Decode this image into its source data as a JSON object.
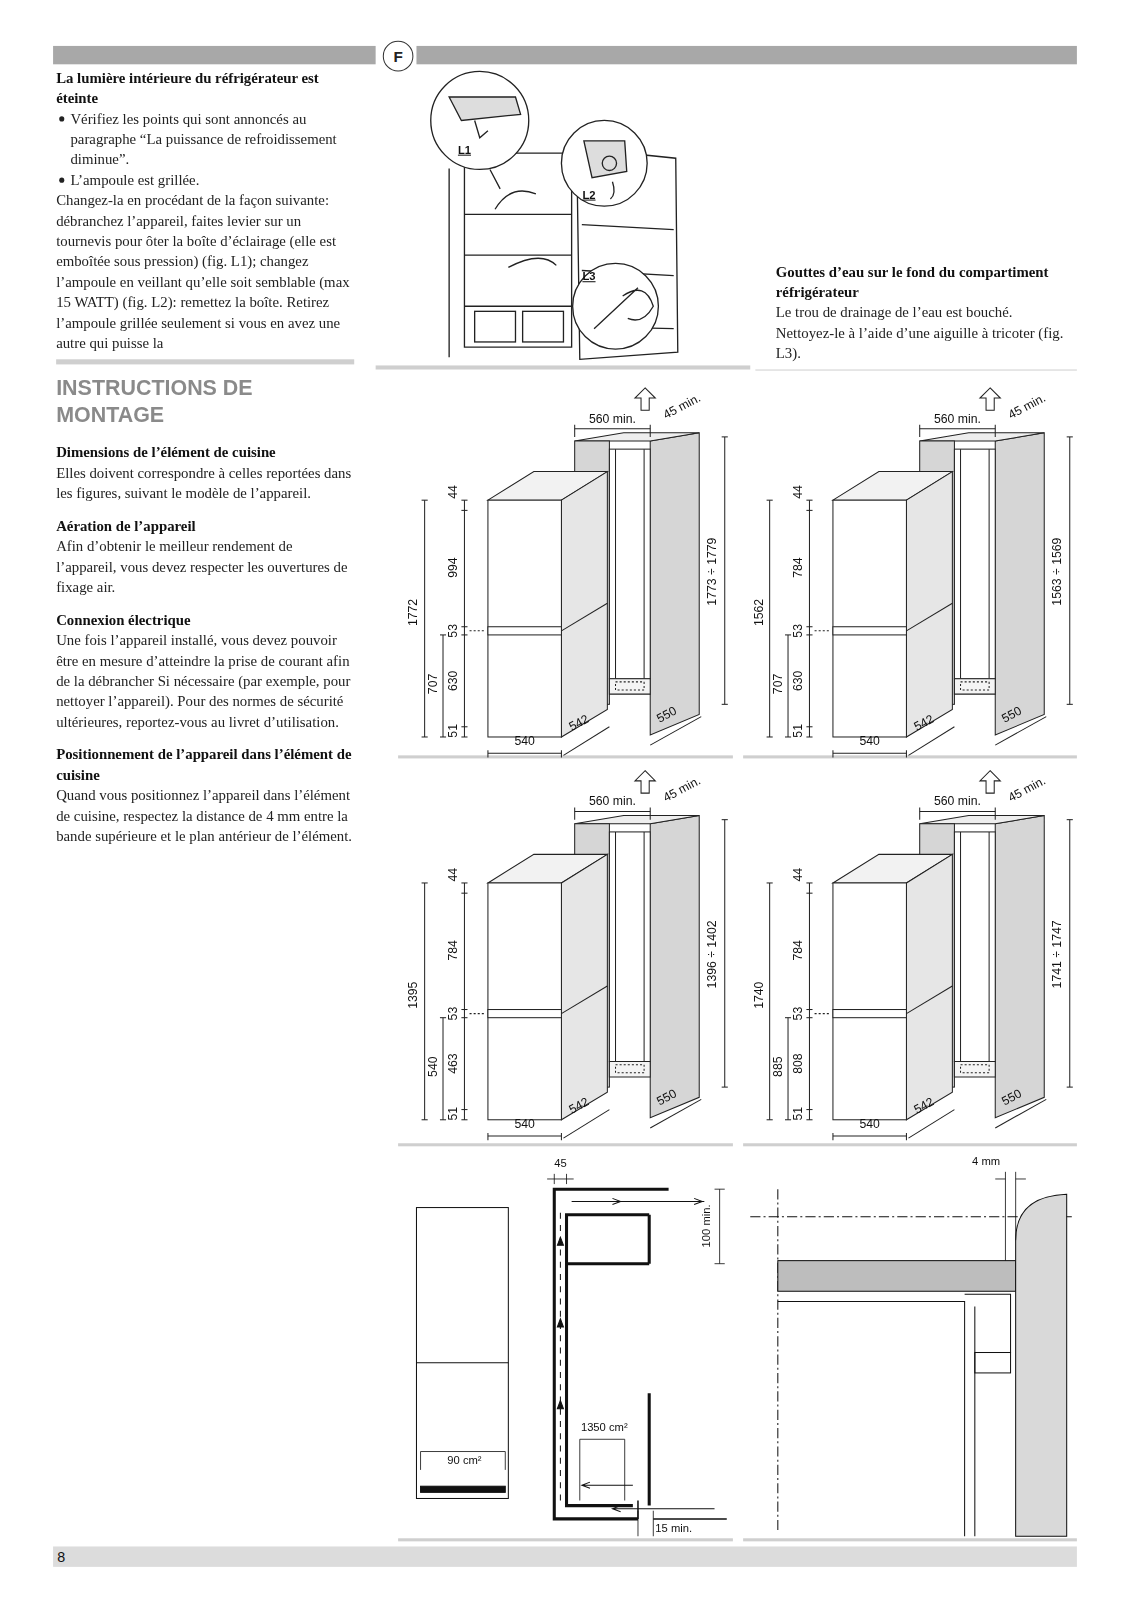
{
  "diagram": {
    "nodes": [
      {
        "text": [
          "F"
        ]
      }
    ],
    "labels": [
      "La lumière intérieure du réfrigérateur est éteinte",
      "Vérifiez les points qui sont annoncés au paragraphe “La puissance de refroidissement diminue”.",
      "L’ampoule est grillée.",
      "Changez-la en procédant de la façon suivante: débranchez l’appareil, faites levier sur un tournevis pour ôter la boîte d’éclairage (elle est emboîtée sous pression) (fig. L1); changez l’ampoule en veillant qu’elle soit semblable (max 15 WATT) (fig. L2): remettez la boîte. Retirez l’ampoule grillée seulement si vous en avez une autre qui puisse la",
      "INSTRUCTIONS DE MONTAGE",
      "Dimensions de l’élément de cuisine",
      "Elles doivent correspondre à celles reportées dans les figures, suivant le modèle de l’appareil.",
      "Aération de l’appareil",
      "Afin d’obtenir le meilleur rendement de l’appareil, vous devez respecter les ouvertures de fixage air.",
      "Connexion électrique",
      "Une fois l’appareil installé, vous devez pouvoir être en mesure d’atteindre la prise de courant afin de la débrancher Si nécessaire (par exemple, pour nettoyer l’appareil). Pour des normes de sécurité ultérieures, reportez-vous au livret d’utilisation.",
      "Positionnement de l’appareil dans l’élément de cuisine",
      "Quand vous positionnez l’appareil dans l’élément de cuisine, respectez la distance de 4 mm entre la bande supérieure et le plan antérieur de l’élément.",
      "L1",
      "L2",
      "L3",
      "Gouttes d’eau sur le fond du compartiment réfrigérateur",
      "Le trou de drainage de l’eau est bouché. Nettoyez-le à l’aide d’une aiguille à tricoter (fig. L3).",
      "560 min.",
      "45 min.",
      "44",
      "994",
      "53",
      "630",
      "707",
      "1772",
      "51",
      "540",
      "542",
      "550",
      "1773 ÷ 1779",
      "560 min.",
      "45 min.",
      "44",
      "784",
      "53",
      "630",
      "707",
      "1562",
      "51",
      "540",
      "542",
      "550",
      "1563 ÷ 1569",
      "560 min.",
      "45 min.",
      "44",
      "784",
      "53",
      "463",
      "540",
      "1395",
      "51",
      "540",
      "542",
      "550",
      "1396 ÷ 1402",
      "560 min.",
      "45 min.",
      "44",
      "784",
      "53",
      "808",
      "885",
      "1740",
      "51",
      "540",
      "542",
      "550",
      "1741 ÷ 1747",
      "45",
      "100 min.",
      "1350 cm²",
      "90 cm²",
      "15 min.",
      "4 mm",
      "8"
    ]
  }
}
